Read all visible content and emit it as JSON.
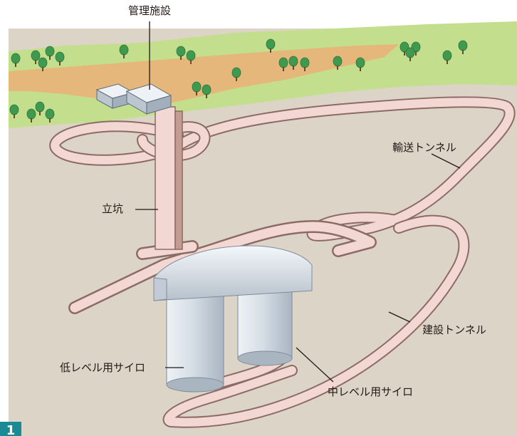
{
  "labels": {
    "admin_facility": "管理施設",
    "transport_tunnel": "輸送トンネル",
    "shaft": "立坑",
    "construction_tunnel": "建設トンネル",
    "low_level_silo": "低レベル用サイロ",
    "mid_level_silo": "中レベル用サイロ"
  },
  "figure_number": "1",
  "colors": {
    "ground": "#ddd4c8",
    "grass": "#c3df8d",
    "soil": "#e6b77b",
    "tunnel_top": "#f2d7d3",
    "tunnel_side": "#c49b92",
    "tunnel_stroke": "#8c6b64",
    "silo": "#d3dbe3",
    "silo_dark": "#aab5c2",
    "tree": "#3f9a4f",
    "badge": "#1a8a94"
  }
}
